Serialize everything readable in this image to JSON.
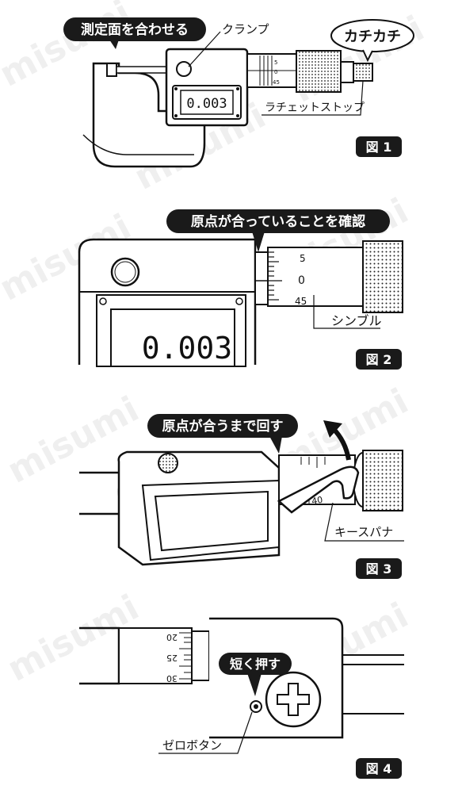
{
  "watermark": "misumi",
  "colors": {
    "ink": "#111111",
    "pill_bg": "#1a1a1a",
    "paper": "#ffffff"
  },
  "figures": [
    {
      "caption": "図 1",
      "callout_title": "測定面を合わせる",
      "labels": {
        "clamp": "クランプ",
        "click": "カチカチ",
        "ratchet": "ラチェットストップ"
      },
      "display": "0.003",
      "scale": [
        "5",
        "0",
        "45"
      ]
    },
    {
      "caption": "図 2",
      "callout_title": "原点が合っていることを確認",
      "labels": {
        "thimble": "シンブル"
      },
      "display": "0.003",
      "scale": [
        "5",
        "0",
        "45"
      ]
    },
    {
      "caption": "図 3",
      "callout_title": "原点が合うまで回す",
      "labels": {
        "spanner": "キースパナ"
      },
      "scale": [
        "40"
      ]
    },
    {
      "caption": "図 4",
      "callout_title": "短く押す",
      "labels": {
        "zero_button": "ゼロボタン"
      },
      "scale": [
        "20",
        "25",
        "30"
      ]
    }
  ]
}
